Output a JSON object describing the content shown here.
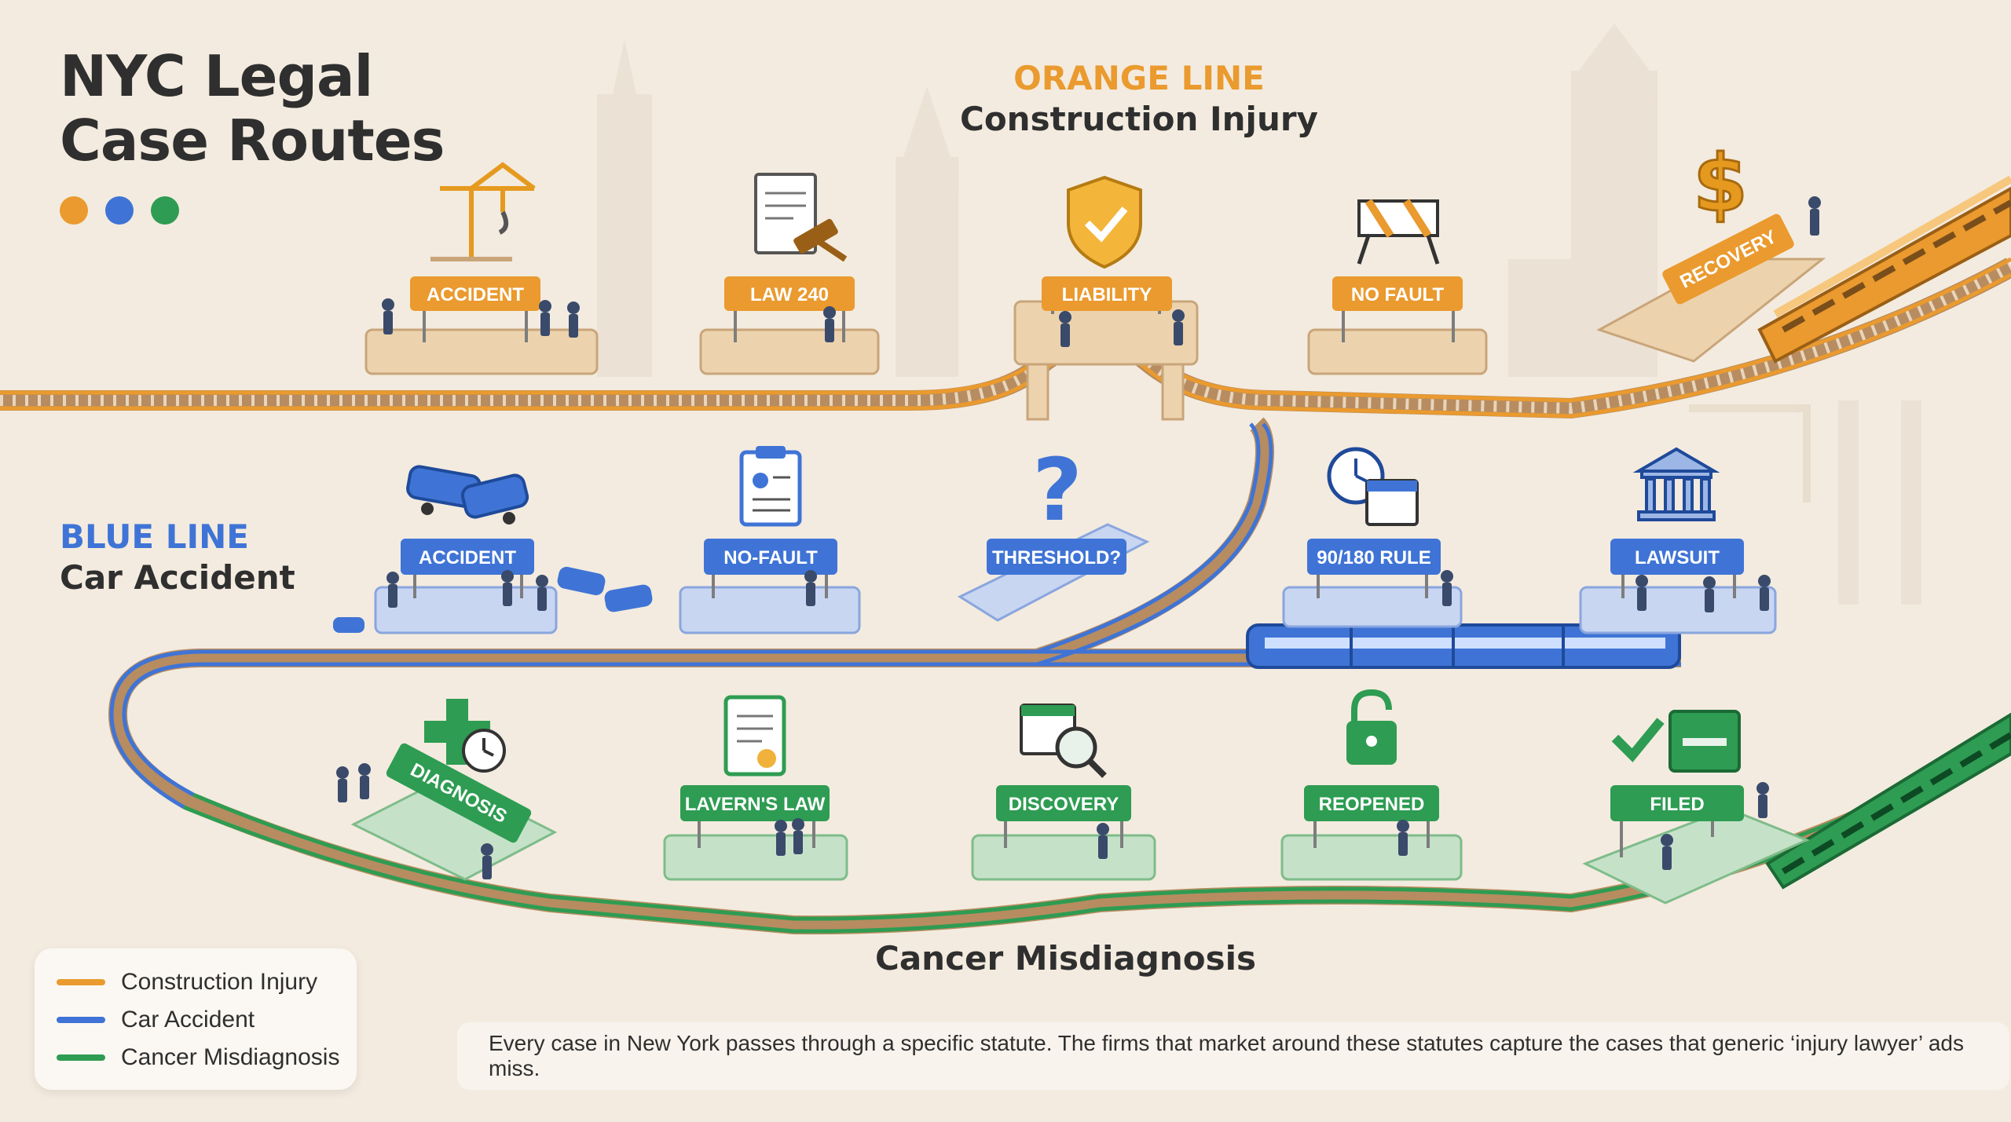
{
  "title": {
    "line1": "NYC Legal",
    "line2": "Case Routes"
  },
  "colors": {
    "orange": "#ea9a2e",
    "blue": "#3f74d6",
    "green": "#2e9c52",
    "dark": "#2f2f2f"
  },
  "header_dots": [
    "orange",
    "blue",
    "green"
  ],
  "orange_line": {
    "name": "ORANGE LINE",
    "subtitle": "Construction Injury",
    "stations": [
      "ACCIDENT",
      "LAW 240",
      "LIABILITY",
      "NO FAULT",
      "RECOVERY"
    ],
    "icons": [
      "crane-icon",
      "gavel-document-icon",
      "shield-check-icon",
      "road-barrier-icon",
      "dollar-icon"
    ]
  },
  "blue_line": {
    "name": "BLUE LINE",
    "subtitle": "Car Accident",
    "stations": [
      "ACCIDENT",
      "NO-FAULT",
      "THRESHOLD?",
      "90/180 RULE",
      "LAWSUIT"
    ],
    "icons": [
      "car-crash-icon",
      "clipboard-icon",
      "question-mark-icon",
      "clock-calendar-icon",
      "courthouse-icon"
    ]
  },
  "green_line": {
    "label": "Cancer Misdiagnosis",
    "stations": [
      "DIAGNOSIS",
      "LAVERN'S LAW",
      "DISCOVERY",
      "REOPENED",
      "FILED"
    ],
    "icons": [
      "medical-cross-clock-icon",
      "certificate-icon",
      "calendar-magnifier-icon",
      "unlocked-padlock-icon",
      "checkmark-filebox-icon"
    ]
  },
  "legend": [
    {
      "label": "Construction Injury",
      "color": "#ea9a2e"
    },
    {
      "label": "Car Accident",
      "color": "#3f74d6"
    },
    {
      "label": "Cancer Misdiagnosis",
      "color": "#2e9c52"
    }
  ],
  "caption": "Every case in New York passes through a specific statute. The firms that market around these statutes capture the cases that generic ‘injury lawyer’ ads miss."
}
